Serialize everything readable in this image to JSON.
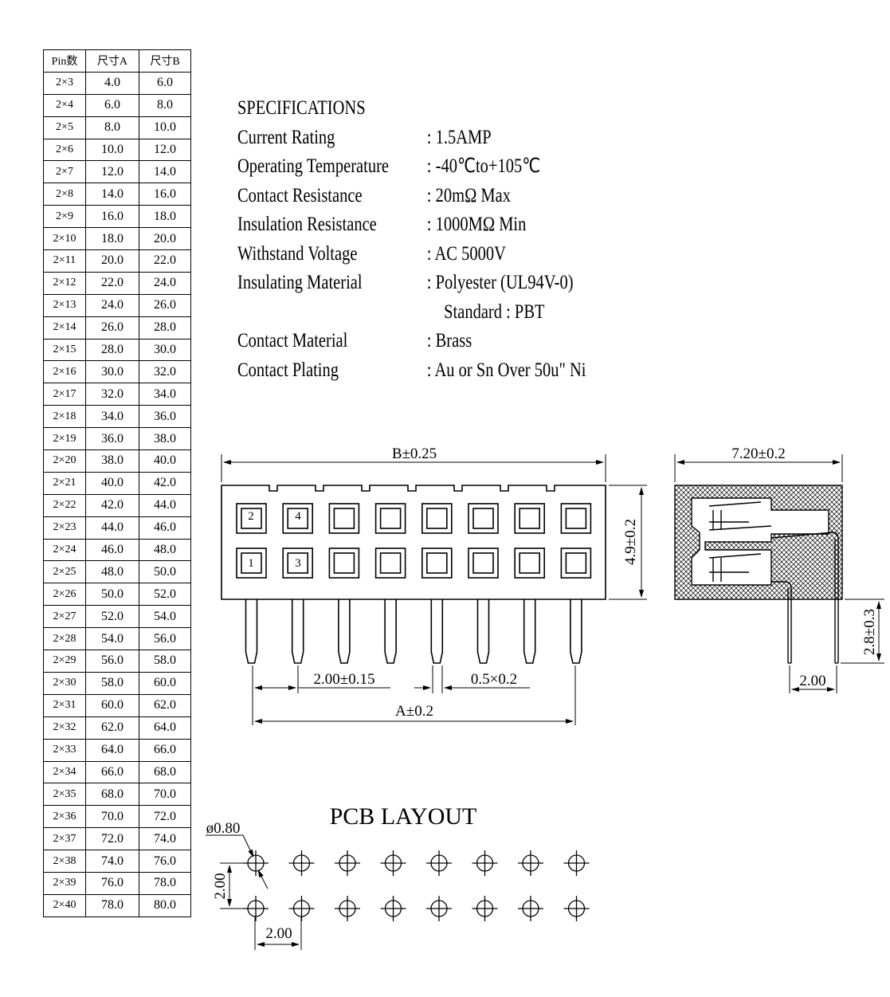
{
  "pin_table": {
    "headers": [
      "Pin数",
      "尺寸A",
      "尺寸B"
    ],
    "rows": [
      [
        "2×3",
        "4.0",
        "6.0"
      ],
      [
        "2×4",
        "6.0",
        "8.0"
      ],
      [
        "2×5",
        "8.0",
        "10.0"
      ],
      [
        "2×6",
        "10.0",
        "12.0"
      ],
      [
        "2×7",
        "12.0",
        "14.0"
      ],
      [
        "2×8",
        "14.0",
        "16.0"
      ],
      [
        "2×9",
        "16.0",
        "18.0"
      ],
      [
        "2×10",
        "18.0",
        "20.0"
      ],
      [
        "2×11",
        "20.0",
        "22.0"
      ],
      [
        "2×12",
        "22.0",
        "24.0"
      ],
      [
        "2×13",
        "24.0",
        "26.0"
      ],
      [
        "2×14",
        "26.0",
        "28.0"
      ],
      [
        "2×15",
        "28.0",
        "30.0"
      ],
      [
        "2×16",
        "30.0",
        "32.0"
      ],
      [
        "2×17",
        "32.0",
        "34.0"
      ],
      [
        "2×18",
        "34.0",
        "36.0"
      ],
      [
        "2×19",
        "36.0",
        "38.0"
      ],
      [
        "2×20",
        "38.0",
        "40.0"
      ],
      [
        "2×21",
        "40.0",
        "42.0"
      ],
      [
        "2×22",
        "42.0",
        "44.0"
      ],
      [
        "2×23",
        "44.0",
        "46.0"
      ],
      [
        "2×24",
        "46.0",
        "48.0"
      ],
      [
        "2×25",
        "48.0",
        "50.0"
      ],
      [
        "2×26",
        "50.0",
        "52.0"
      ],
      [
        "2×27",
        "52.0",
        "54.0"
      ],
      [
        "2×28",
        "54.0",
        "56.0"
      ],
      [
        "2×29",
        "56.0",
        "58.0"
      ],
      [
        "2×30",
        "58.0",
        "60.0"
      ],
      [
        "2×31",
        "60.0",
        "62.0"
      ],
      [
        "2×32",
        "62.0",
        "64.0"
      ],
      [
        "2×33",
        "64.0",
        "66.0"
      ],
      [
        "2×34",
        "66.0",
        "68.0"
      ],
      [
        "2×35",
        "68.0",
        "70.0"
      ],
      [
        "2×36",
        "70.0",
        "72.0"
      ],
      [
        "2×37",
        "72.0",
        "74.0"
      ],
      [
        "2×38",
        "74.0",
        "76.0"
      ],
      [
        "2×39",
        "76.0",
        "78.0"
      ],
      [
        "2×40",
        "78.0",
        "80.0"
      ]
    ]
  },
  "specifications": {
    "title": "SPECIFICATIONS",
    "items": [
      {
        "key": "Current Rating",
        "value": ": 1.5AMP"
      },
      {
        "key": "Operating Temperature",
        "value": ": -40℃to+105℃"
      },
      {
        "key": "Contact Resistance",
        "value": ": 20mΩ Max"
      },
      {
        "key": "Insulation Resistance",
        "value": ": 1000MΩ Min"
      },
      {
        "key": "Withstand Voltage",
        "value": ": AC 5000V"
      },
      {
        "key": "Insulating Material",
        "value": ": Polyester (UL94V-0)"
      },
      {
        "key": "",
        "value": "Standard : PBT"
      },
      {
        "key": "Contact Material",
        "value": ": Brass"
      },
      {
        "key": "Contact Plating",
        "value": ": Au or Sn Over 50u\" Ni"
      }
    ]
  },
  "front_view": {
    "dim_b": "B±0.25",
    "dim_height": "4.9±0.2",
    "dim_pitch": "2.00±0.15",
    "dim_pin": "0.5×0.2",
    "dim_a": "A±0.2",
    "pin_labels": [
      "2",
      "4",
      "1",
      "3"
    ]
  },
  "side_view": {
    "dim_width": "7.20±0.2",
    "dim_leg": "2.8±0.3",
    "dim_row": "2.00"
  },
  "pcb_layout": {
    "title": "PCB LAYOUT",
    "hole": "ø0.80",
    "dim_v": "2.00",
    "dim_h": "2.00"
  }
}
